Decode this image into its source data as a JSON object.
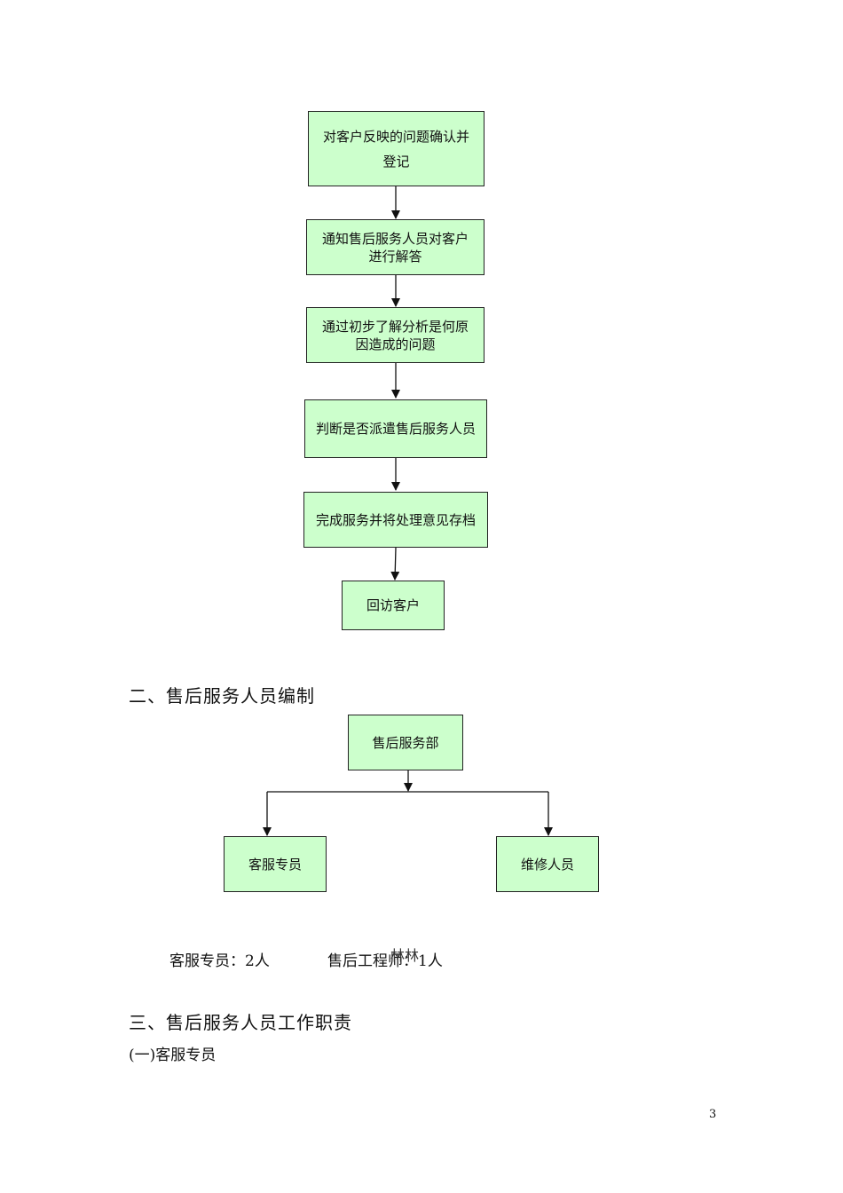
{
  "flowchart": {
    "steps": [
      "对客户反映的问题确认并登记",
      "通知售后服务人员对客户进行解答",
      "通过初步了解分析是何原因造成的问题",
      "判断是否派遣售后服务人员",
      "完成服务并将处理意见存档",
      "回访客户"
    ]
  },
  "section2": {
    "heading": "二、售后服务人员编制",
    "org": {
      "root": "售后服务部",
      "left": "客服专员",
      "right": "维修人员"
    },
    "staff_line_left": "客服专员：2人",
    "staff_line_right": "售后工程师：1人",
    "watermark": "林林"
  },
  "section3": {
    "heading": "三、售后服务人员工作职责",
    "sub1": "(一)客服专员"
  },
  "page_number": "3"
}
